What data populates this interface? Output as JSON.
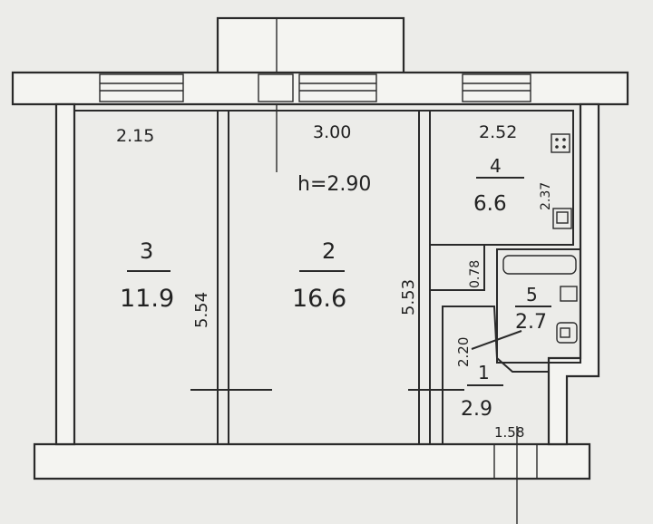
{
  "ceiling_height": "h=2.90",
  "rooms": [
    {
      "number": "1",
      "area": "2.9"
    },
    {
      "number": "2",
      "area": "16.6"
    },
    {
      "number": "3",
      "area": "11.9"
    },
    {
      "number": "4",
      "area": "6.6"
    },
    {
      "number": "5",
      "area": "2.7"
    }
  ],
  "dimensions": {
    "room3_width": "2.15",
    "room3_length": "5.54",
    "room2_width": "3.00",
    "room2_length": "5.53",
    "room4_width": "2.52",
    "room4_length": "2.37",
    "corridor_width": "0.78",
    "hall_length": "2.20",
    "hall_width": "1.58"
  },
  "colors": {
    "ink": "#2a2a2a",
    "paper": "#f4f4f1",
    "background": "#d9d9d6"
  }
}
